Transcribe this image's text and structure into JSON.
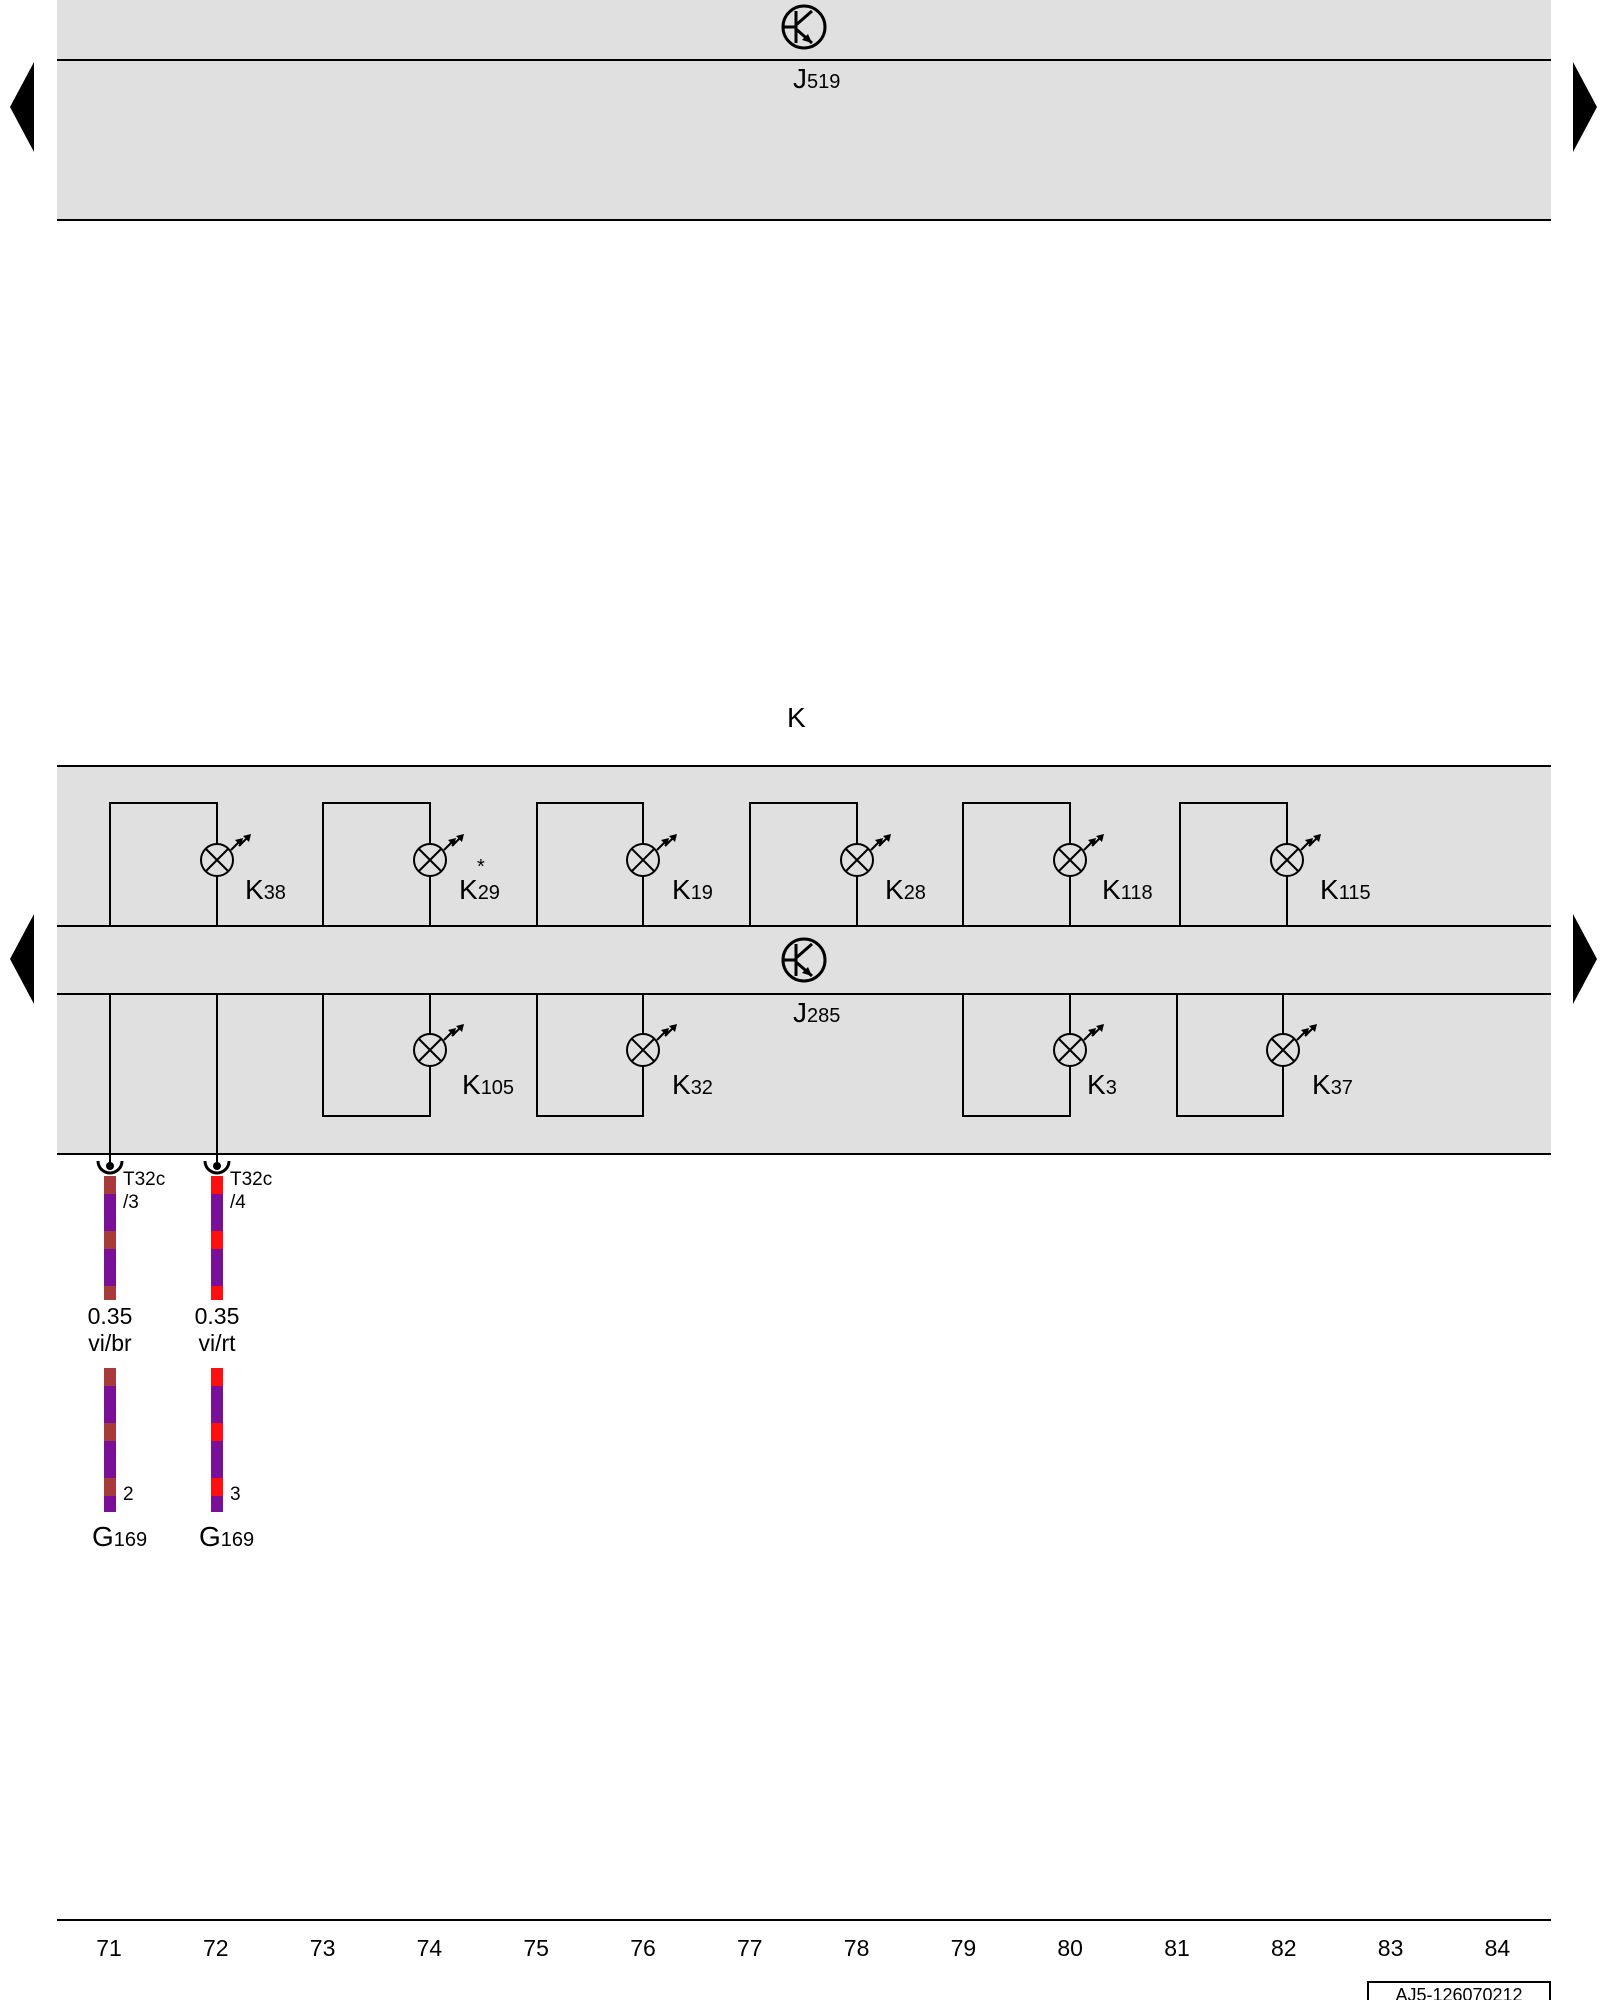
{
  "modules": {
    "top": {
      "label": "J",
      "sub": "519"
    },
    "cluster_title": "K",
    "cluster_module": {
      "label": "J",
      "sub": "285"
    }
  },
  "lamps": [
    {
      "label": "K",
      "sub": "38",
      "note": ""
    },
    {
      "label": "K",
      "sub": "29",
      "note": "*"
    },
    {
      "label": "K",
      "sub": "19",
      "note": ""
    },
    {
      "label": "K",
      "sub": "28",
      "note": ""
    },
    {
      "label": "K",
      "sub": "118",
      "note": ""
    },
    {
      "label": "K",
      "sub": "115",
      "note": ""
    },
    {
      "label": "K",
      "sub": "105",
      "note": ""
    },
    {
      "label": "K",
      "sub": "32",
      "note": ""
    },
    {
      "label": "K",
      "sub": "3",
      "note": ""
    },
    {
      "label": "K",
      "sub": "37",
      "note": ""
    }
  ],
  "wires": [
    {
      "connector": "T32c",
      "pin": "/3",
      "gauge": "0.35",
      "color_code": "vi/br",
      "stripe_color": "#a83a3a",
      "end_pin": "2",
      "component": {
        "label": "G",
        "sub": "169"
      }
    },
    {
      "connector": "T32c",
      "pin": "/4",
      "gauge": "0.35",
      "color_code": "vi/rt",
      "stripe_color": "#ff1010",
      "end_pin": "3",
      "component": {
        "label": "G",
        "sub": "169"
      }
    }
  ],
  "colors": {
    "panel": "#e0e0e0",
    "violet": "#7a0f9a"
  },
  "columns": [
    "71",
    "72",
    "73",
    "74",
    "75",
    "76",
    "77",
    "78",
    "79",
    "80",
    "81",
    "82",
    "83",
    "84"
  ],
  "footer_id": "AJ5-126070212",
  "icons": [
    "arrow-left-icon",
    "arrow-right-icon",
    "transistor-icon",
    "lamp-icon",
    "led-arrows-icon",
    "connector-icon"
  ]
}
